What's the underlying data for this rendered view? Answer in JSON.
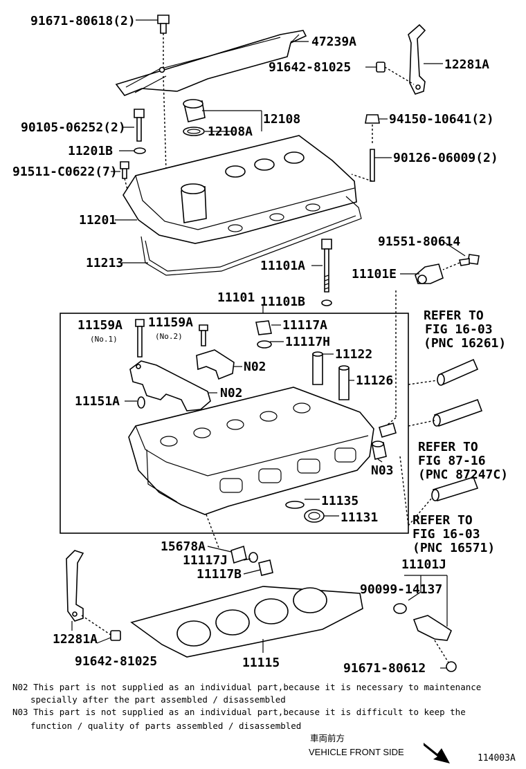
{
  "labels": {
    "p91671_80618": "91671-80618(2)",
    "p47239A": "47239A",
    "p12281A_top": "12281A",
    "p91642_81025_top": "91642-81025",
    "p90105_06252": "90105-06252(2)",
    "p12108": "12108",
    "p12108A": "12108A",
    "p94150_10641": "94150-10641(2)",
    "p11201B": "11201B",
    "p91511_C0622": "91511-C0622(7)",
    "p90126_06009": "90126-06009(2)",
    "p11201": "11201",
    "p91551_80614": "91551-80614",
    "p11213": "11213",
    "p11101A": "11101A",
    "p11101E": "11101E",
    "p11101": "11101",
    "p11101B": "11101B",
    "p11159A_1": "11159A",
    "p11159A_1_sub": "(No.1)",
    "p11159A_2": "11159A",
    "p11159A_2_sub": "(No.2)",
    "p11117A": "11117A",
    "p11117H": "11117H",
    "pN02_a": "N02",
    "p11122": "11122",
    "p11126": "11126",
    "p11151A": "11151A",
    "pN02_b": "N02",
    "pN03": "N03",
    "p11135": "11135",
    "p11131": "11131",
    "p15678A": "15678A",
    "p11117J": "11117J",
    "p11117B": "11117B",
    "p11101J": "11101J",
    "p90099_14137": "90099-14137",
    "p12281A_bot": "12281A",
    "p91642_81025_bot": "91642-81025",
    "p11115": "11115",
    "p91671_80612": "91671-80612"
  },
  "refers": [
    {
      "l1": "REFER TO",
      "l2": "FIG 16-03",
      "l3": "(PNC 16261)"
    },
    {
      "l1": "REFER TO",
      "l2": "FIG 87-16",
      "l3": "(PNC 87247C)"
    },
    {
      "l1": "REFER TO",
      "l2": "FIG 16-03",
      "l3": "(PNC 16571)"
    }
  ],
  "notes": {
    "n02_line1": "N02 This part is not supplied as an individual part,because it is necessary to maintenance",
    "n02_line2": "specially after the part assembled / disassembled",
    "n03_line1": "N03 This part is not supplied as an individual part,because it is difficult to keep the",
    "n03_line2": "function / quality of parts assembled / disassembled"
  },
  "footer": {
    "front_jp": "車両前方",
    "front_en": "VEHICLE FRONT SIDE",
    "figure_id": "114003A"
  }
}
